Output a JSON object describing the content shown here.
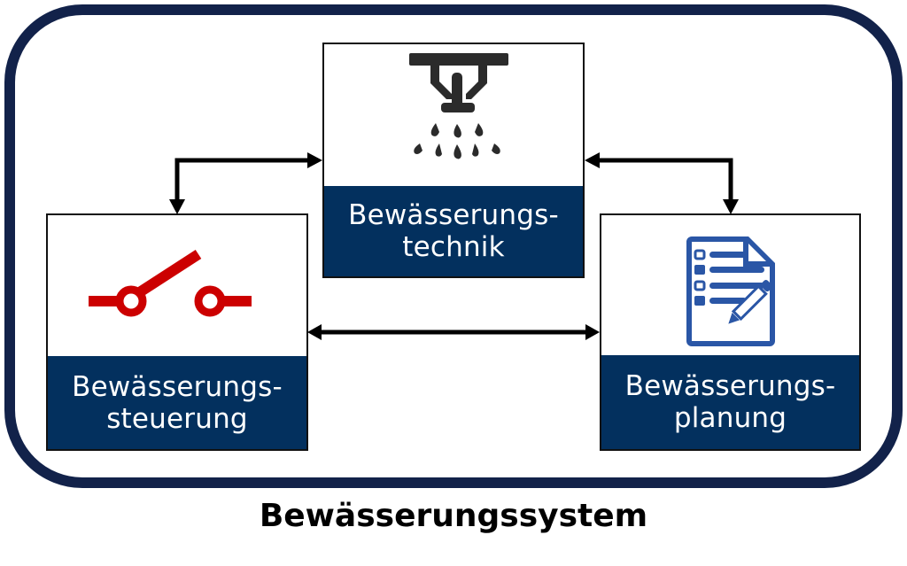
{
  "diagram": {
    "title": "Bewässerungssystem",
    "colors": {
      "frame": "#12224a",
      "band": "#03305e",
      "switch_icon": "#cc0000",
      "sprinkler_icon": "#2b2b2b",
      "plan_icon": "#2a56a6"
    },
    "nodes": [
      {
        "id": "technik",
        "line1": "Bewässerungs-",
        "line2": "technik",
        "icon": "sprinkler-icon"
      },
      {
        "id": "steuerung",
        "line1": "Bewässerungs-",
        "line2": "steuerung",
        "icon": "switch-icon"
      },
      {
        "id": "planung",
        "line1": "Bewässerungs-",
        "line2": "planung",
        "icon": "checklist-pencil-icon"
      }
    ],
    "edges": [
      {
        "from": "technik",
        "to": "steuerung",
        "direction": "both"
      },
      {
        "from": "technik",
        "to": "planung",
        "direction": "both"
      },
      {
        "from": "steuerung",
        "to": "planung",
        "direction": "both"
      }
    ]
  }
}
